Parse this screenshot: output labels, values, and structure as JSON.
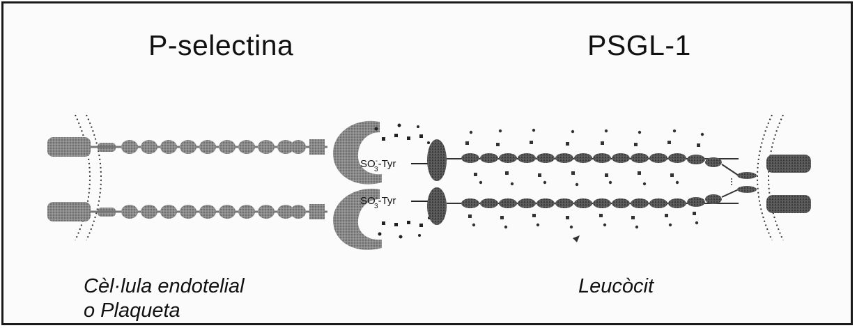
{
  "titles": {
    "left": "P-selectina",
    "right": "PSGL-1"
  },
  "cells": {
    "left_line1": "Cèl·lula endotelial",
    "left_line2": "o Plaqueta",
    "right": "Leucòcit"
  },
  "binding_site": {
    "prefix": "SO",
    "subscript": "3",
    "superscript": "-",
    "suffix": "-Tyr"
  },
  "colors": {
    "frame": "#1a1a1a",
    "domain_dark": "#6b6b6b",
    "domain_light": "#9a9a9a",
    "lectin": "#7d7d7d",
    "membrane": "#333333"
  }
}
